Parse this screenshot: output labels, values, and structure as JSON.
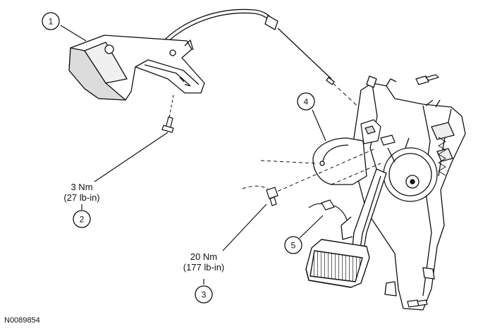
{
  "callouts": [
    {
      "id": "1",
      "label": "1"
    },
    {
      "id": "2",
      "label": "2",
      "torque_nm": "3 Nm",
      "torque_lbin": "(27 lb-in)"
    },
    {
      "id": "3",
      "label": "3",
      "torque_nm": "20 Nm",
      "torque_lbin": "(177 lb-in)"
    },
    {
      "id": "4",
      "label": "4"
    },
    {
      "id": "5",
      "label": "5"
    }
  ],
  "figure_code": "N0089854",
  "colors": {
    "line": "#111111",
    "fill": "#ffffff",
    "shade": "#d8d8d8"
  }
}
